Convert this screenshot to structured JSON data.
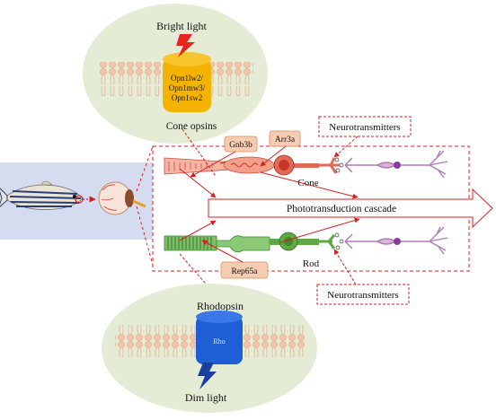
{
  "labels": {
    "bright_light": "Bright light",
    "cone_opsin_genes": [
      "Opn1lw2/",
      "Opn1mw3/",
      "Opn1sw2"
    ],
    "cone_opsins": "Cone opsins",
    "gnb3b": "Gnb3b",
    "arr3a": "Arr3a",
    "neurotransmitters_top": "Neurotransmitters",
    "cone": "Cone",
    "cascade": "Phototransduction cascade",
    "rod": "Rod",
    "rep65a": "Rep65a",
    "neurotransmitters_bottom": "Neurotransmitters",
    "rhodopsin": "Rhodopsin",
    "rho": "Rho",
    "dim_light": "Dim light"
  },
  "colors": {
    "membrane_bg": "#e4ecd6",
    "lipid_head": "#f2c4a8",
    "cone_opsin": "#f5b301",
    "rhodopsin": "#1f5fd6",
    "light_bolt": "#e8241c",
    "cone_cell": "#e06a55",
    "rod_cell": "#5fa845",
    "neuron": "#b07ab8",
    "fish_panel": "#d6dcef",
    "tag_fill": "#f6cdb3",
    "dashed_box": "#d62020"
  },
  "icons": [
    "lightning-bolt-icon",
    "zebrafish-icon",
    "eye-icon",
    "neuron-icon"
  ]
}
